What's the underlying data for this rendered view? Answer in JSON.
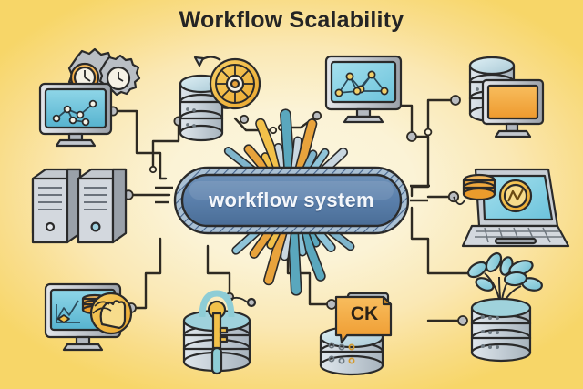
{
  "page": {
    "title": "Workflow Scalability",
    "background": {
      "center_color": "#fbf5de",
      "edge_color": "#f7d668"
    }
  },
  "hub": {
    "label": "workflow system",
    "fill_color": "#5a7fab",
    "inner_fill_color": "#4d7099",
    "border_color": "#9fb8cf",
    "text_color": "#f4f7fb"
  },
  "rays": {
    "colors": [
      "#5aa7bd",
      "#e8a33c",
      "#f2c14a",
      "#8fc4d8",
      "#c9d7e0",
      "#7fb5cc"
    ],
    "count_up": 11,
    "count_down": 11
  },
  "connectors": {
    "line_color": "#2e2a22",
    "node_color": "#b9bcc0"
  },
  "nodes": [
    {
      "id": "monitor-gears",
      "name": "analytics-monitor-with-gears-icon",
      "label": "monitoring dashboard with scheduling gears",
      "position": "top-left",
      "colors": {
        "screen": "#6fc5da",
        "gear": "#e8a33c",
        "frame": "#9aa3ab"
      }
    },
    {
      "id": "database-gear",
      "name": "database-stack-with-gear-icon",
      "label": "database stack with configuration gear",
      "position": "top-left-center",
      "colors": {
        "cylinder": "#c8d4dc",
        "gear": "#f2c14a"
      }
    },
    {
      "id": "network-monitor",
      "name": "network-graph-monitor-icon",
      "label": "monitor showing network node graph",
      "position": "top-center",
      "colors": {
        "screen": "#8ed4e6",
        "node": "#f2c14a",
        "frame": "#9aa3ab"
      }
    },
    {
      "id": "database-server-monitor",
      "name": "database-with-orange-monitor-icon",
      "label": "database stack with server monitor",
      "position": "top-right",
      "colors": {
        "cylinder": "#c8d4dc",
        "screen": "#f3a33f",
        "frame": "#9aa3ab"
      }
    },
    {
      "id": "server-towers",
      "name": "server-towers-icon",
      "label": "two rack server towers",
      "position": "left",
      "colors": {
        "body": "#b8bdc4",
        "side": "#8e949c"
      }
    },
    {
      "id": "laptop-analytics",
      "name": "laptop-analytics-icon",
      "label": "laptop with analytics badge and database",
      "position": "right",
      "colors": {
        "screen": "#7cc6dc",
        "badge": "#f2c14a",
        "body": "#c4cad1"
      }
    },
    {
      "id": "touch-dashboard",
      "name": "touch-dashboard-monitor-icon",
      "label": "monitor with chart and touch gesture",
      "position": "bottom-left",
      "colors": {
        "screen": "#6fc5da",
        "hand": "#f2b03c",
        "frame": "#9aa3ab"
      }
    },
    {
      "id": "database-lock",
      "name": "database-security-lock-icon",
      "label": "database stack secured with key lock",
      "position": "bottom-left-center",
      "colors": {
        "cylinder": "#b8c2c8",
        "lock": "#8ecdd6",
        "key": "#f2c14a"
      }
    },
    {
      "id": "ck-database",
      "name": "ck-tag-database-icon",
      "label": "database stack with CK label card",
      "position": "bottom-center-right",
      "text": "CK",
      "colors": {
        "cylinder": "#c8d4dc",
        "card": "#f3a33f"
      }
    },
    {
      "id": "growth-database",
      "name": "database-growth-plant-icon",
      "label": "database stack with growing plant",
      "position": "bottom-right",
      "colors": {
        "cylinder": "#c8d4dc",
        "leaf": "#8ecdd6"
      }
    }
  ]
}
